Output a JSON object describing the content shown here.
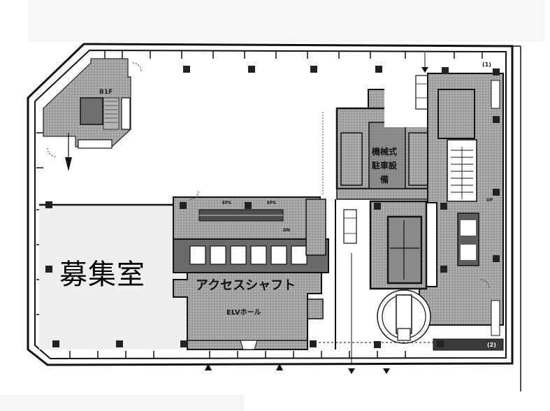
{
  "floor_plan": {
    "rooms": {
      "recruiting_room": "募集室",
      "access_shaft": "アクセスシャフト",
      "elevator_hall": "ELVホール",
      "mechanical_parking_line1": "機械式",
      "mechanical_parking_line2": "駐車設備",
      "basement_stairs": "B1F"
    },
    "markers": {
      "marker_1": "(1)",
      "marker_2": "(2)",
      "ps_left": "EPS",
      "ps_right": "EPS",
      "dn": "DN",
      "up": "UP"
    },
    "colors": {
      "wall": "#1a1a1a",
      "shaded_core": "#9a9a9a",
      "dark_core": "#7d7d7d",
      "recruiting_fill": "#efefef",
      "open_floor": "#ffffff",
      "column": "#222222"
    }
  }
}
